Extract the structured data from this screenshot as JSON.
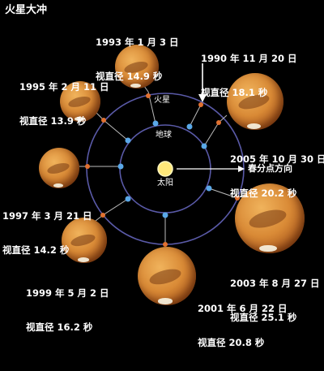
{
  "title": "火星大冲",
  "labels": {
    "mars_orbit": "火星",
    "earth_orbit": "地球",
    "sun": "太阳",
    "equinox": "春分点方向"
  },
  "oppositions": [
    {
      "date": "1990 年 11 月 20 日",
      "diameter": "视直径 18.1 秒"
    },
    {
      "date": "1993 年 1 月 3 日",
      "diameter": "视直径 14.9 秒"
    },
    {
      "date": "1995 年 2 月 11 日",
      "diameter": "视直径 13.9 秒"
    },
    {
      "date": "1997 年 3 月 21 日",
      "diameter": "视直径 14.2 秒"
    },
    {
      "date": "1999 年 5 月 2 日",
      "diameter": "视直径 16.2 秒"
    },
    {
      "date": "2001 年 6 月 22 日",
      "diameter": "视直径 20.8 秒"
    },
    {
      "date": "2003 年 8 月 27 日",
      "diameter": "视直径 25.1 秒"
    },
    {
      "date": "2005 年 10 月 30 日",
      "diameter": "视直径 20.2 秒"
    }
  ],
  "colors": {
    "orbit": "#5a5aa8",
    "earth_dot": "#5aa8e8",
    "mars_dot": "#e07030",
    "sun": "#ffe87a",
    "text": "#ffffff"
  }
}
